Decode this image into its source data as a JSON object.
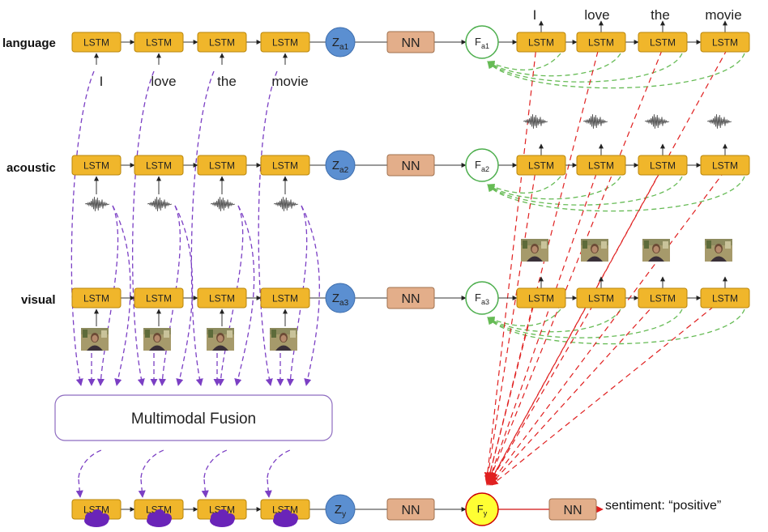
{
  "rows": {
    "language": {
      "label": "language",
      "words": [
        "I",
        "love",
        "the",
        "movie"
      ],
      "z": {
        "base": "Z",
        "sub": "a1"
      },
      "f": {
        "base": "F",
        "sub": "a1"
      }
    },
    "acoustic": {
      "label": "acoustic",
      "z": {
        "base": "Z",
        "sub": "a2"
      },
      "f": {
        "base": "F",
        "sub": "a2"
      }
    },
    "visual": {
      "label": "visual",
      "z": {
        "base": "Z",
        "sub": "a3"
      },
      "f": {
        "base": "F",
        "sub": "a3"
      }
    },
    "output": {
      "z": {
        "base": "Z",
        "sub": "y"
      },
      "f": {
        "base": "F",
        "sub": "y"
      }
    }
  },
  "lstm_label": "LSTM",
  "nn_label": "NN",
  "fusion_label": "Multimodal Fusion",
  "decoder_words": [
    "I",
    "love",
    "the",
    "movie"
  ],
  "sentiment_label": "sentiment: “positive”",
  "colors": {
    "lstm_fill": "#f0b62b",
    "lstm_stroke": "#b8860b",
    "nn_fill": "#e3ae8a",
    "nn_stroke": "#a0714f",
    "z_fill": "#5b8fd1",
    "f_stroke": "#4cae4c",
    "fy_fill": "#ffff33",
    "fy_stroke": "#cc0000",
    "purple": "#7b3fc4",
    "green_dash": "#66bb55",
    "red_dash": "#e02020",
    "red_solid": "#d01010"
  }
}
